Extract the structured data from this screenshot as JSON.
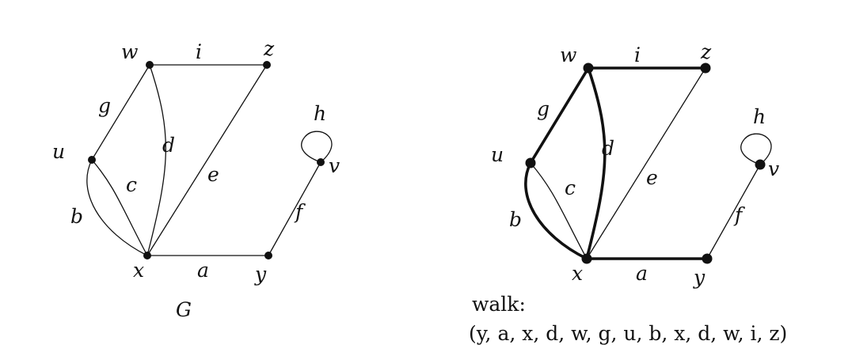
{
  "graphs": [
    {
      "id": "left",
      "caption": "G",
      "vertices": [
        {
          "id": "w",
          "label": "w"
        },
        {
          "id": "z",
          "label": "z"
        },
        {
          "id": "u",
          "label": "u"
        },
        {
          "id": "v",
          "label": "v"
        },
        {
          "id": "x",
          "label": "x"
        },
        {
          "id": "y",
          "label": "y"
        }
      ],
      "edges": [
        {
          "id": "i",
          "label": "i",
          "from": "w",
          "to": "z",
          "bold": false
        },
        {
          "id": "g",
          "label": "g",
          "from": "u",
          "to": "w",
          "bold": false
        },
        {
          "id": "d",
          "label": "d",
          "from": "w",
          "to": "x",
          "bold": false
        },
        {
          "id": "e",
          "label": "e",
          "from": "x",
          "to": "z",
          "bold": false
        },
        {
          "id": "c",
          "label": "c",
          "from": "u",
          "to": "x",
          "bold": false
        },
        {
          "id": "b",
          "label": "b",
          "from": "u",
          "to": "x",
          "bold": false
        },
        {
          "id": "a",
          "label": "a",
          "from": "x",
          "to": "y",
          "bold": false
        },
        {
          "id": "f",
          "label": "f",
          "from": "y",
          "to": "v",
          "bold": false
        },
        {
          "id": "h",
          "label": "h",
          "from": "v",
          "to": "v",
          "bold": false
        }
      ]
    },
    {
      "id": "right",
      "caption": "",
      "vertices": [
        {
          "id": "w",
          "label": "w"
        },
        {
          "id": "z",
          "label": "z"
        },
        {
          "id": "u",
          "label": "u"
        },
        {
          "id": "v",
          "label": "v"
        },
        {
          "id": "x",
          "label": "x"
        },
        {
          "id": "y",
          "label": "y"
        }
      ],
      "edges": [
        {
          "id": "i",
          "label": "i",
          "from": "w",
          "to": "z",
          "bold": true
        },
        {
          "id": "g",
          "label": "g",
          "from": "u",
          "to": "w",
          "bold": true
        },
        {
          "id": "d",
          "label": "d",
          "from": "w",
          "to": "x",
          "bold": true
        },
        {
          "id": "e",
          "label": "e",
          "from": "x",
          "to": "z",
          "bold": false
        },
        {
          "id": "c",
          "label": "c",
          "from": "u",
          "to": "x",
          "bold": false
        },
        {
          "id": "b",
          "label": "b",
          "from": "u",
          "to": "x",
          "bold": true
        },
        {
          "id": "a",
          "label": "a",
          "from": "x",
          "to": "y",
          "bold": true
        },
        {
          "id": "f",
          "label": "f",
          "from": "y",
          "to": "v",
          "bold": false
        },
        {
          "id": "h",
          "label": "h",
          "from": "v",
          "to": "v",
          "bold": false
        }
      ]
    }
  ],
  "walk": {
    "title": "walk:",
    "sequence": "(y, a, x, d, w, g, u, b, x, d, w, i, z)"
  }
}
